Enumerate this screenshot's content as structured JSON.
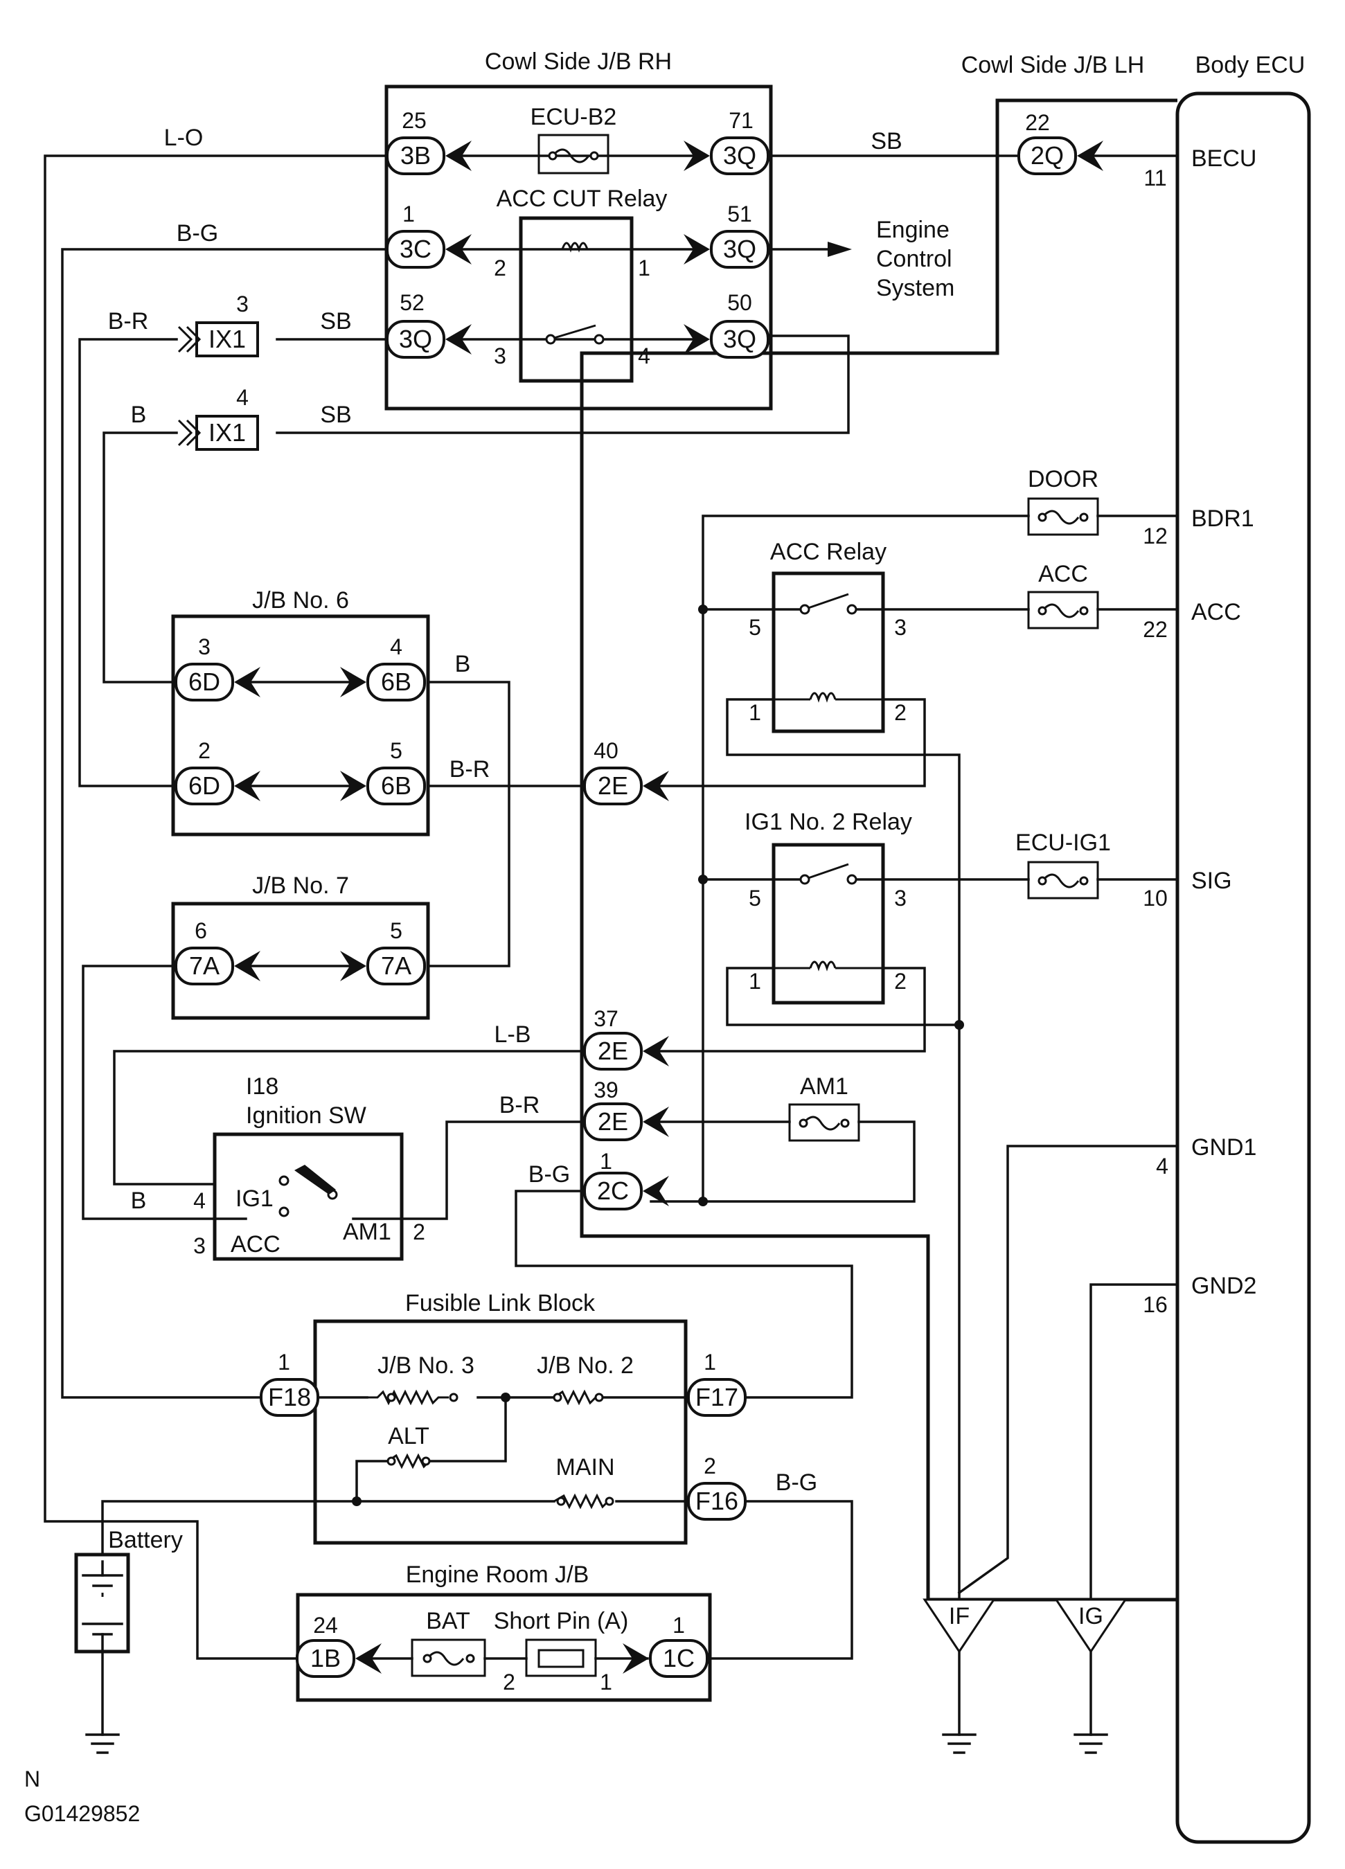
{
  "modules": {
    "cowl_rh": "Cowl Side J/B RH",
    "cowl_lh": "Cowl Side J/B LH",
    "body_ecu": "Body ECU",
    "jb6": "J/B No. 6",
    "jb7": "J/B No. 7",
    "ign_code": "I18",
    "ign_name": "Ignition SW",
    "fusible": "Fusible Link Block",
    "battery": "Battery",
    "eng_room": "Engine Room J/B"
  },
  "relays": {
    "acc_cut": "ACC CUT Relay",
    "acc": "ACC Relay",
    "ig1_no2": "IG1 No. 2 Relay"
  },
  "fuses": {
    "ecu_b2": "ECU-B2",
    "door": "DOOR",
    "acc": "ACC",
    "ecu_ig1": "ECU-IG1",
    "am1": "AM1",
    "jb3": "J/B No. 3",
    "jb2": "J/B No. 2",
    "alt": "ALT",
    "main": "MAIN",
    "bat": "BAT",
    "short_pin": "Short Pin (A)"
  },
  "connectors": {
    "c3b": "3B",
    "c3q_71": "3Q",
    "c3c": "3C",
    "c3q_51": "3Q",
    "c3q_52": "3Q",
    "c3q_50": "3Q",
    "c2q": "2Q",
    "cix1_3": "IX1",
    "cix1_4": "IX1",
    "c6d_3": "6D",
    "c6b_4": "6B",
    "c6d_2": "6D",
    "c6b_5": "6B",
    "c7a_6": "7A",
    "c7a_5": "7A",
    "c2e_40": "2E",
    "c2e_37": "2E",
    "c2e_39": "2E",
    "c2c_1": "2C",
    "cf18": "F18",
    "cf17": "F17",
    "cf16": "F16",
    "c1b": "1B",
    "c1c": "1C"
  },
  "pins": {
    "p3b": "25",
    "p3q71": "71",
    "p3c": "1",
    "p3q51": "51",
    "p3q52": "52",
    "p3q50": "50",
    "p2q": "22",
    "pbecu": "11",
    "pix1a": "3",
    "pix1b": "4",
    "pcut2": "2",
    "pcut1": "1",
    "pcut3": "3",
    "pcut4": "4",
    "p6d3": "3",
    "p6b4": "4",
    "p6d2": "2",
    "p6b5": "5",
    "p7a6": "6",
    "p7a5": "5",
    "p2e40": "40",
    "p2e37": "37",
    "p2e39": "39",
    "p2c1": "1",
    "pbdr1": "12",
    "pacc": "22",
    "psig": "10",
    "pgnd1": "4",
    "pgnd2": "16",
    "pacc5": "5",
    "pacc3": "3",
    "pacc1": "1",
    "pacc2": "2",
    "pig5": "5",
    "pig3": "3",
    "pig1": "1",
    "pig2": "2",
    "pign4": "4",
    "pign2": "2",
    "pign3": "3",
    "pf18": "1",
    "pf17": "1",
    "pf16": "2",
    "p1b": "24",
    "p1c": "1",
    "psp2": "2",
    "psp1": "1"
  },
  "wires": {
    "lo": "L-O",
    "sb1": "SB",
    "bg1": "B-G",
    "br1": "B-R",
    "sb2": "SB",
    "b1": "B",
    "sb3": "SB",
    "b2": "B",
    "br2": "B-R",
    "lb": "L-B",
    "br3": "B-R",
    "bg2": "B-G",
    "b3": "B",
    "bg3": "B-G"
  },
  "ecu_terminals": {
    "becu": "BECU",
    "bdr1": "BDR1",
    "acc": "ACC",
    "sig": "SIG",
    "gnd1": "GND1",
    "gnd2": "GND2"
  },
  "ign_terminals": {
    "ig1": "IG1",
    "acc": "ACC",
    "am1": "AM1"
  },
  "engine_control": [
    "Engine",
    "Control",
    "System"
  ],
  "grounds": {
    "if": "IF",
    "ig": "IG"
  },
  "footer": {
    "n": "N",
    "code": "G01429852"
  }
}
